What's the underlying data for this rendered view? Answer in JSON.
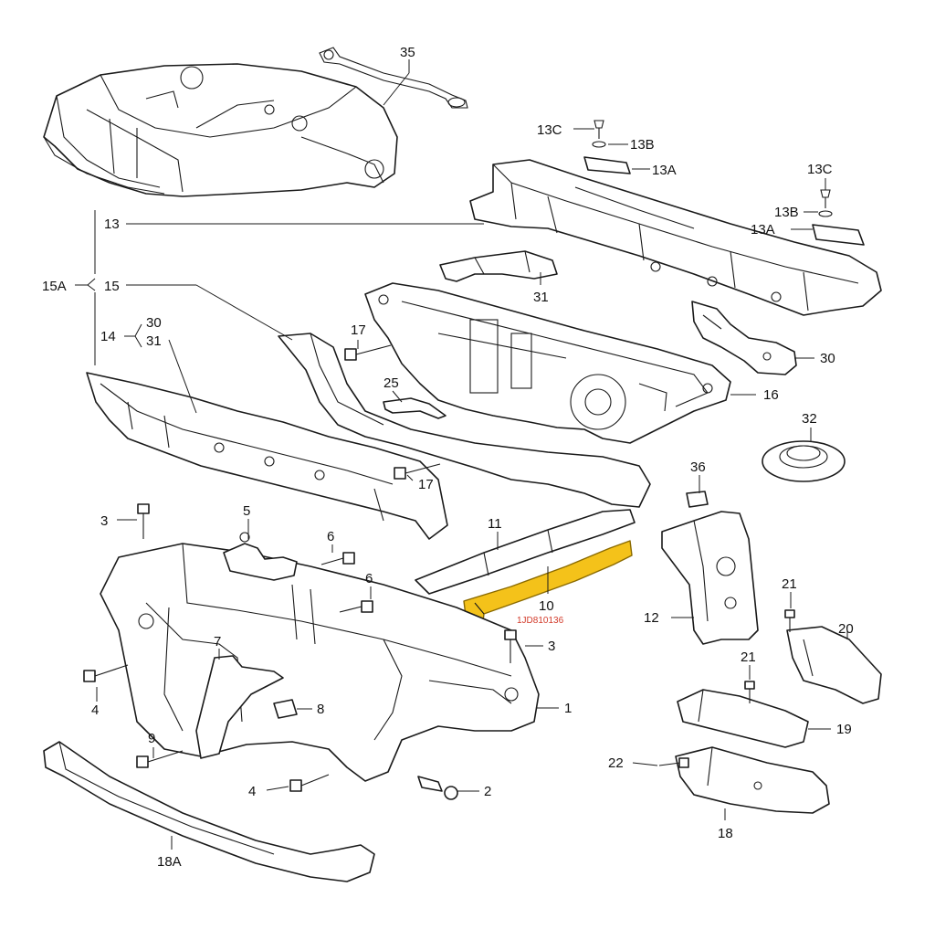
{
  "diagram": {
    "highlight_color": "#f4c21a",
    "highlighted_part": "10",
    "part_number_text": "1JD810136",
    "labels": {
      "l35": "35",
      "l13C_a": "13C",
      "l13B_a": "13B",
      "l13A_a": "13A",
      "l13C_b": "13C",
      "l13B_b": "13B",
      "l13A_b": "13A",
      "l13": "13",
      "l15A": "15A",
      "l15": "15",
      "l14": "14",
      "l30a": "30",
      "l31a": "31",
      "l31b": "31",
      "l17a": "17",
      "l17b": "17",
      "l25": "25",
      "l16": "16",
      "l30b": "30",
      "l32": "32",
      "l36": "36",
      "l11": "11",
      "l10": "10",
      "l12": "12",
      "l3a": "3",
      "l3b": "3",
      "l5": "5",
      "l6a": "6",
      "l6b": "6",
      "l7": "7",
      "l8": "8",
      "l1": "1",
      "l4a": "4",
      "l4b": "4",
      "l9": "9",
      "l2": "2",
      "l21a": "21",
      "l21b": "21",
      "l20": "20",
      "l19": "19",
      "l22": "22",
      "l18": "18",
      "l18A": "18A"
    }
  }
}
